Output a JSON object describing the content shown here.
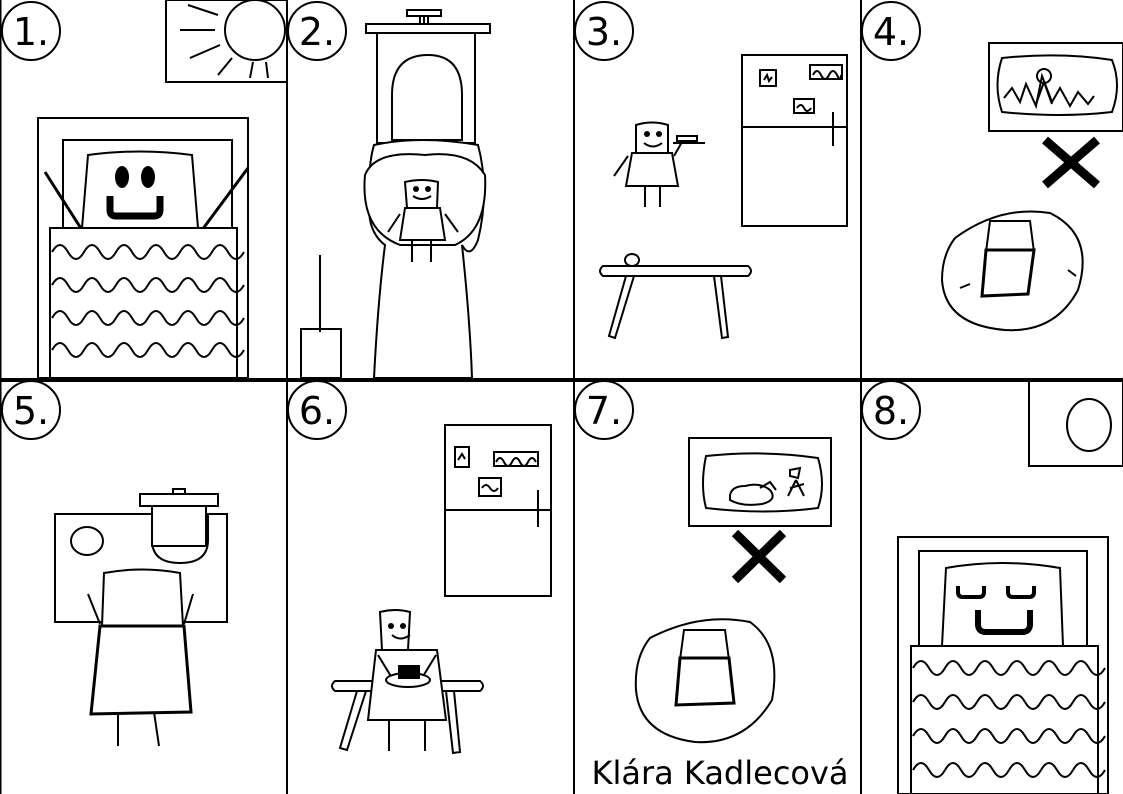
{
  "panels": [
    {
      "number": "1."
    },
    {
      "number": "2."
    },
    {
      "number": "3."
    },
    {
      "number": "4."
    },
    {
      "number": "5."
    },
    {
      "number": "6."
    },
    {
      "number": "7."
    },
    {
      "number": "8."
    }
  ],
  "signature": "Klára Kadlecová"
}
